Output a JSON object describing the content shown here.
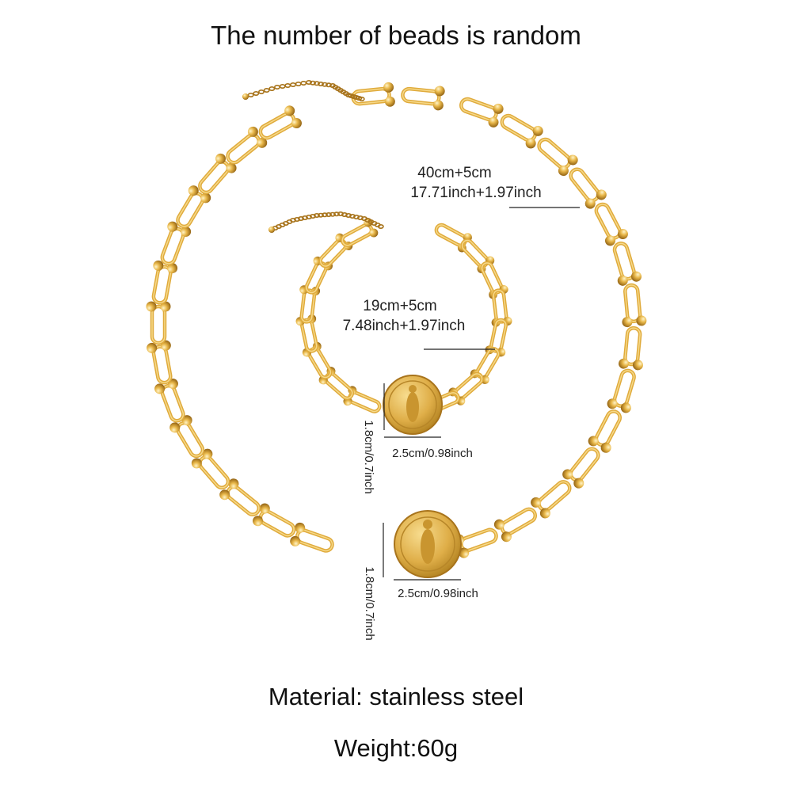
{
  "header": {
    "title": "The number of beads is random"
  },
  "necklace": {
    "length_cm": "40cm+5cm",
    "length_inch": "17.71inch+1.97inch",
    "coin_width": "2.5cm/0.98inch",
    "coin_height": "1.8cm/0.7inch"
  },
  "bracelet": {
    "length_cm": "19cm+5cm",
    "length_inch": "7.48inch+1.97inch",
    "coin_width": "2.5cm/0.98inch",
    "coin_height": "1.8cm/0.7inch"
  },
  "footer": {
    "material": "Material: stainless steel",
    "weight": "Weight:60g"
  },
  "colors": {
    "gold": "#e0ab3c",
    "gold_light": "#f6d98a",
    "gold_dark": "#a8741c",
    "line": "#222222",
    "background": "#ffffff"
  }
}
